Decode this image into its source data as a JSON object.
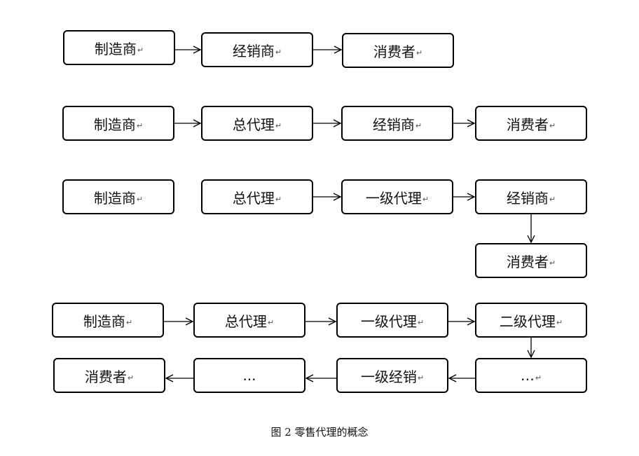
{
  "diagram": {
    "chain1": [
      "制造商",
      "经销商",
      "消费者"
    ],
    "chain2": [
      "制造商",
      "总代理",
      "经销商",
      "消费者"
    ],
    "chain3": [
      "制造商",
      "总代理",
      "一级代理",
      "经销商",
      "消费者"
    ],
    "chain4": [
      "制造商",
      "总代理",
      "一级代理",
      "二级代理",
      "…",
      "一级经销",
      "...",
      "消费者"
    ],
    "para_mark": "↵"
  },
  "caption": "图 2 零售代理的概念"
}
